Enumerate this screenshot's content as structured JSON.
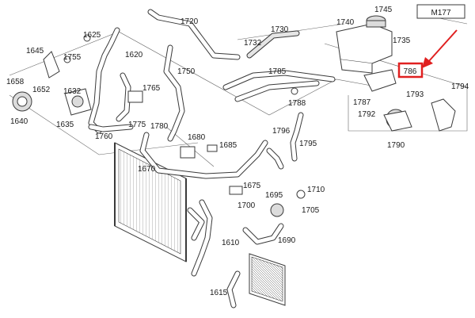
{
  "model_code": "M177",
  "highlight": {
    "label": "786",
    "color": "#e02020"
  },
  "labels": [
    "1720",
    "1745",
    "1740",
    "1735",
    "1730",
    "1732",
    "1625",
    "1620",
    "1645",
    "1755",
    "1658",
    "1652",
    "1632",
    "1640",
    "1635",
    "1760",
    "1750",
    "1765",
    "1775",
    "1780",
    "1785",
    "1788",
    "1787",
    "1792",
    "1793",
    "1794",
    "1790",
    "1796",
    "1795",
    "1680",
    "1685",
    "1670",
    "1675",
    "1695",
    "1710",
    "1700",
    "1705",
    "1690",
    "1610",
    "1615"
  ],
  "icons": {
    "arrow": "red-arrow-icon"
  }
}
